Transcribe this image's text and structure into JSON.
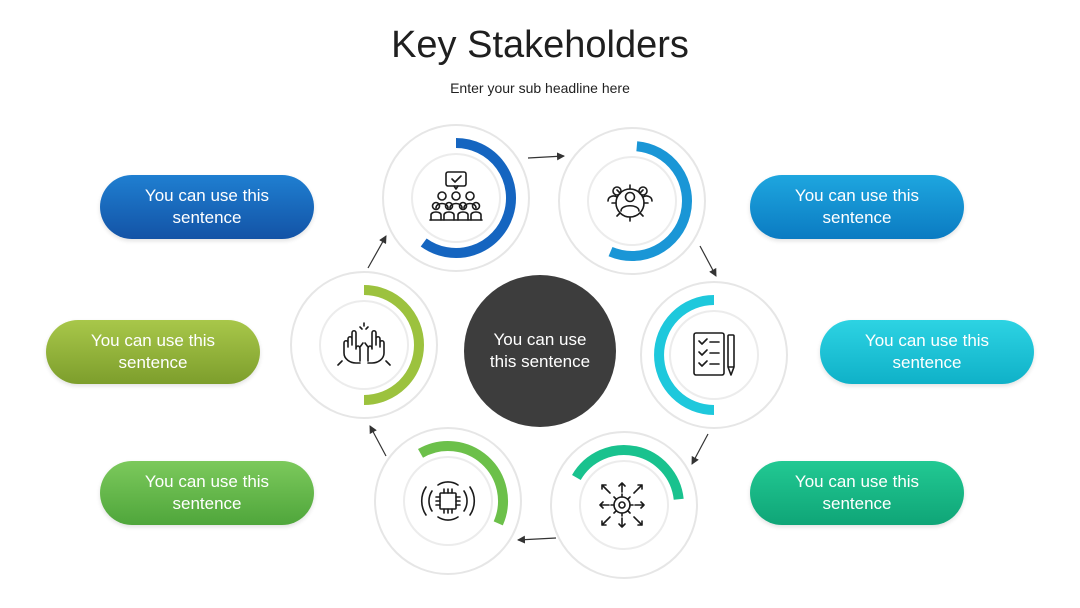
{
  "title": "Key Stakeholders",
  "subtitle": "Enter your sub headline here",
  "center": {
    "text": "You can use this sentence",
    "color": "#3d3d3d"
  },
  "pills": [
    {
      "text": "You can use this sentence",
      "color_from": "#1f7fd1",
      "color_to": "#1353a6"
    },
    {
      "text": "You can use this sentence",
      "color_from": "#1ea6df",
      "color_to": "#0b7bc2"
    },
    {
      "text": "You can use this sentence",
      "color_from": "#2dd3e3",
      "color_to": "#0fb1c8"
    },
    {
      "text": "You can use this sentence",
      "color_from": "#22c993",
      "color_to": "#0fa577"
    },
    {
      "text": "You can use this sentence",
      "color_from": "#7cc95c",
      "color_to": "#4fa63b"
    },
    {
      "text": "You can use this sentence",
      "color_from": "#a8c74a",
      "color_to": "#7d9e2c"
    }
  ],
  "nodes": [
    {
      "icon": "audience-icon",
      "color": "#1565c0",
      "level": 0.6
    },
    {
      "icon": "team-gear-icon",
      "color": "#1a96d6",
      "level": 0.55
    },
    {
      "icon": "checklist-icon",
      "color": "#1ec8dc",
      "level": 0.5
    },
    {
      "icon": "gear-arrows-icon",
      "color": "#19c28e",
      "level": 0.4
    },
    {
      "icon": "chip-icon",
      "color": "#6cc04a",
      "level": 0.4
    },
    {
      "icon": "hands-icon",
      "color": "#9cc23e",
      "level": 0.5
    }
  ]
}
